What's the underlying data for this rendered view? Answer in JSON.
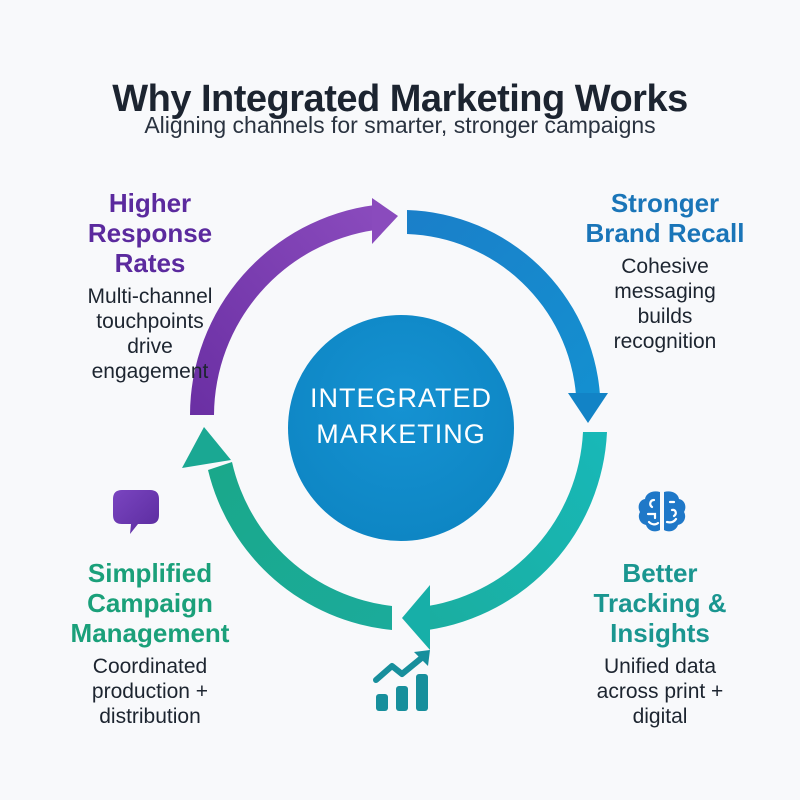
{
  "header": {
    "title": "Why Integrated Marketing Works",
    "subtitle": "Aligning channels for smarter, stronger campaigns"
  },
  "center": {
    "line1": "INTEGRATED",
    "line2": "MARKETING",
    "color": "#0e8ac8"
  },
  "benefits": [
    {
      "title_lines": [
        "Higher",
        "Response",
        "Rates"
      ],
      "desc_lines": [
        "Multi-channel",
        "touchpoints",
        "drive",
        "engagement"
      ],
      "color": "#5b2a9e",
      "icon": "none"
    },
    {
      "title_lines": [
        "Stronger",
        "Brand Recall"
      ],
      "desc_lines": [
        "Cohesive",
        "messaging",
        "builds",
        "recognition"
      ],
      "color": "#1a75b8",
      "icon": "none"
    },
    {
      "title_lines": [
        "Better",
        "Tracking &",
        "Insights"
      ],
      "desc_lines": [
        "Unified data",
        "across print +",
        "digital"
      ],
      "color": "#1a9690",
      "icon": "brain-icon"
    },
    {
      "title_lines": [
        "Simplified",
        "Campaign",
        "Management"
      ],
      "desc_lines": [
        "Coordinated",
        "production +",
        "distribution"
      ],
      "color": "#1aa07a",
      "icon": "speech-bubble-icon"
    }
  ],
  "bottom_icon": "growth-chart-icon",
  "colors": {
    "arrow_purple": "#7a3fb0",
    "arrow_blue": "#1283c6",
    "arrow_teal": "#16b3b0",
    "arrow_green": "#1aa893",
    "text_dark": "#1c2430"
  }
}
